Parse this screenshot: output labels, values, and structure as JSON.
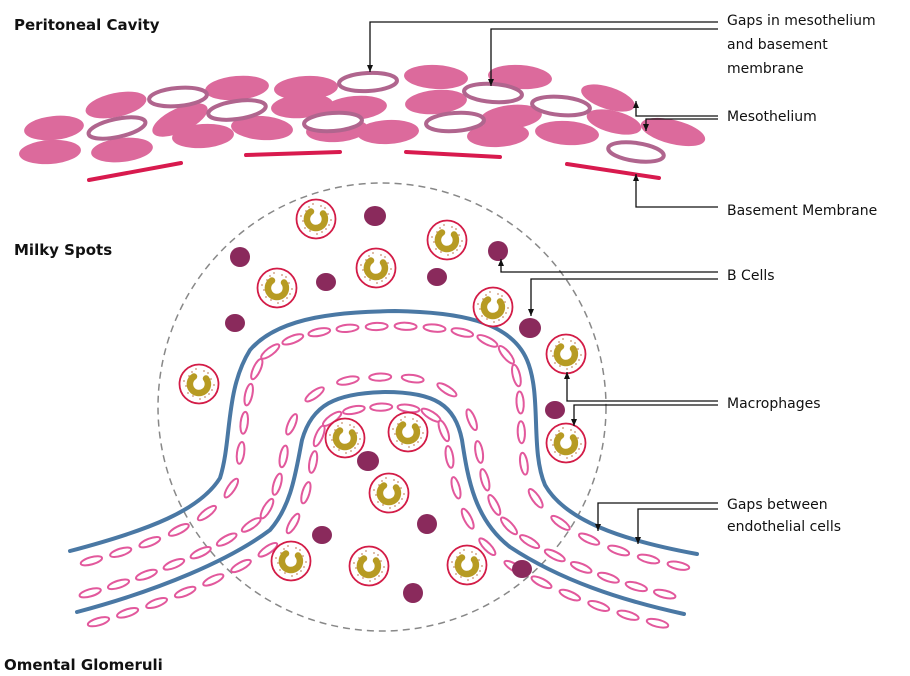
{
  "sections": {
    "peritoneal": "Peritoneal Cavity",
    "milky": "Milky Spots",
    "omental": "Omental Glomeruli"
  },
  "callouts": {
    "gaps_mesothelium": [
      "Gaps in mesothelium",
      "and basement",
      "membrane"
    ],
    "mesothelium": "Mesothelium",
    "basement_membrane": "Basement Membrane",
    "b_cells": "B Cells",
    "macrophages": "Macrophages",
    "gaps_endothelial": [
      "Gaps between",
      "endothelial cells"
    ]
  },
  "colors": {
    "mesothelial_cell": "#dc6a9c",
    "mesothelial_gap_ring": "#b0658e",
    "basement_membrane": "#d81a4e",
    "vessel_wall": "#4a78a4",
    "endothelial_cell": "#e2589c",
    "b_cell": "#8a2a5c",
    "macrophage_ring": "#d31c47",
    "macrophage_nucleus": "#b79b23",
    "macrophage_dots": "#c98e6e",
    "milky_spot_outline": "#888888",
    "leader_line": "#111111"
  },
  "icons": {
    "macrophage": "macrophage-icon",
    "b_cell": "b-cell-icon",
    "mesothelial_cell": "mesothelial-cell-icon",
    "endothelial_cell": "endothelial-cell-icon"
  }
}
